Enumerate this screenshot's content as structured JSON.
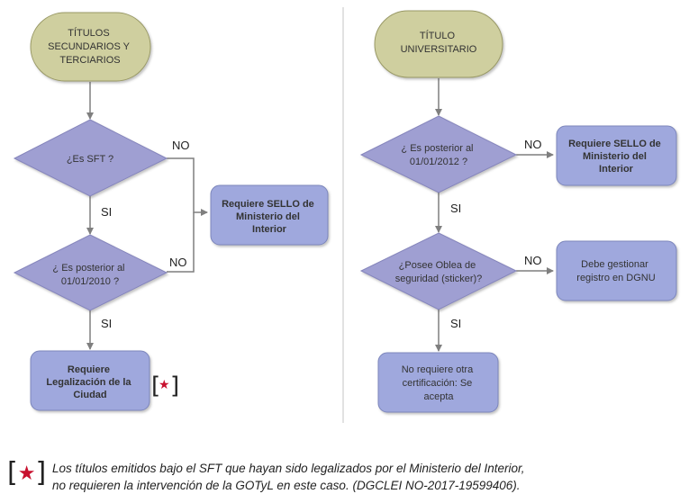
{
  "colors": {
    "start_fill": "#cfcf9f",
    "start_stroke": "#999966",
    "decision_fill": "#9f9fd2",
    "process_fill": "#9fa8dd",
    "process_stroke": "#7c86bb",
    "arrow": "#7f7f7f",
    "divider": "#d9d9d9",
    "star": "#c8102e"
  },
  "left": {
    "start": [
      "TÍTULOS",
      "SECUNDARIOS Y",
      "TERCIARIOS"
    ],
    "decision1": [
      "¿Es SFT ?"
    ],
    "decision2": [
      "¿ Es posterior al",
      "01/01/2010 ?"
    ],
    "result_ministry": [
      "Requiere SELLO de",
      "Ministerio del",
      "Interior"
    ],
    "result_city": [
      "Requiere",
      "Legalización de la",
      "Ciudad"
    ],
    "labels": {
      "d1_no": "NO",
      "d1_yes": "SI",
      "d2_no": "NO",
      "d2_yes": "SI"
    },
    "ref_marker": {
      "open": "[",
      "star": "★",
      "close": "]"
    }
  },
  "right": {
    "start": [
      "TÍTULO",
      "UNIVERSITARIO"
    ],
    "decision1": [
      "¿ Es posterior al",
      "01/01/2012 ?"
    ],
    "decision2": [
      "¿Posee Oblea de",
      "seguridad (sticker)?"
    ],
    "result_ministry": [
      "Requiere SELLO de",
      "Ministerio del",
      "Interior"
    ],
    "result_dgnu": [
      "Debe gestionar",
      "registro en DGNU"
    ],
    "result_accept": [
      "No requiere otra",
      "certificación: Se",
      "acepta"
    ],
    "labels": {
      "d1_no": "NO",
      "d1_yes": "SI",
      "d2_no": "NO",
      "d2_yes": "SI"
    }
  },
  "footnote": {
    "marker_open": "[",
    "marker_star": "★",
    "marker_close": "]",
    "line1": "Los títulos emitidos bajo el SFT que hayan sido legalizados por el Ministerio del Interior,",
    "line2": "no requieren la intervención de la GOTyL en este caso. (DGCLEI  NO-2017-19599406)."
  }
}
